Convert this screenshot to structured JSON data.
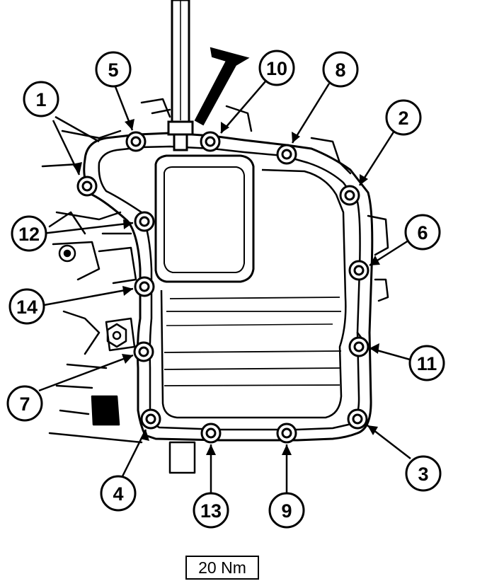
{
  "callouts": [
    "1",
    "2",
    "3",
    "4",
    "5",
    "6",
    "7",
    "8",
    "9",
    "10",
    "11",
    "12",
    "13",
    "14"
  ],
  "torque_label": "20 Nm",
  "colors": {
    "ink": "#000000",
    "paper": "#ffffff"
  }
}
